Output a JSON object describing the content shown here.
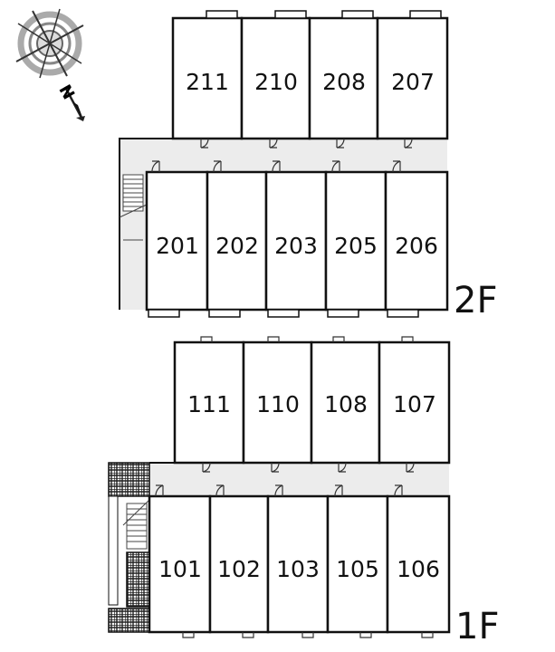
{
  "compass": {
    "icon": "compass-rose-icon",
    "north_letter": "N"
  },
  "floors": [
    {
      "label": "2F",
      "rooms_north": [
        "211",
        "210",
        "208",
        "207"
      ],
      "rooms_south": [
        "201",
        "202",
        "203",
        "205",
        "206"
      ]
    },
    {
      "label": "1F",
      "rooms_north": [
        "111",
        "110",
        "108",
        "107"
      ],
      "rooms_south": [
        "101",
        "102",
        "103",
        "105",
        "106"
      ]
    }
  ],
  "colors": {
    "corridor": "#ececec",
    "wall": "#111111",
    "stair_hatch": "#222222"
  }
}
